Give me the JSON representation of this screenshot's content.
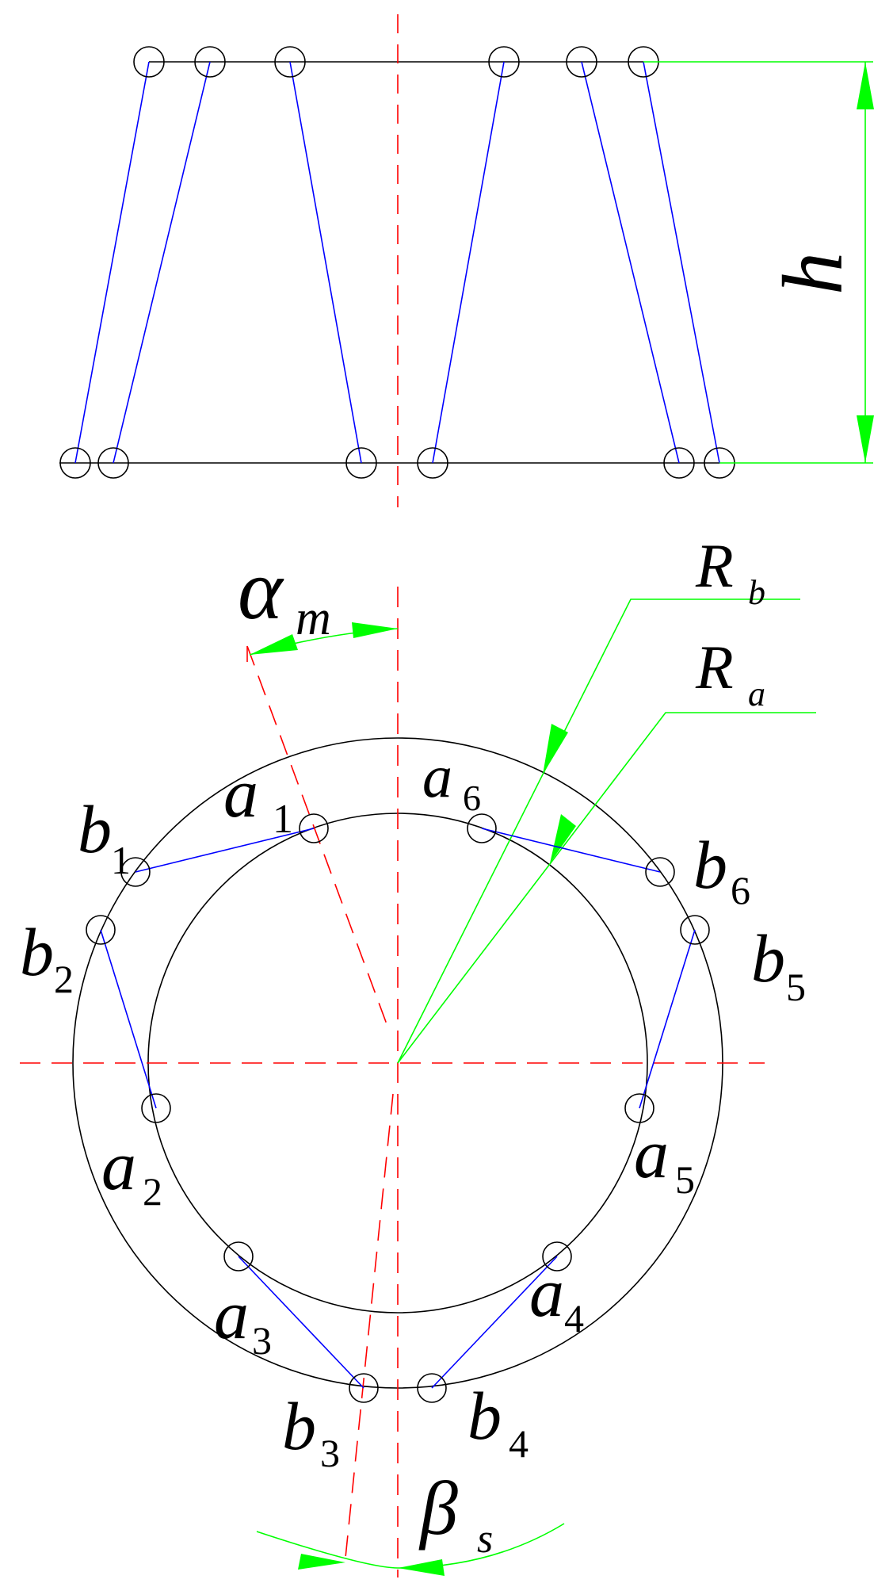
{
  "colors": {
    "outline": "#000000",
    "leg": "#0000ff",
    "centerline": "#ff0000",
    "dimension": "#00ff00",
    "background": "#ffffff"
  },
  "labels": {
    "h": "h",
    "alpha": {
      "sym": "α",
      "sub": "m"
    },
    "beta": {
      "sym": "β",
      "sub": "s"
    },
    "Rb": {
      "sym": "R",
      "sub": "b"
    },
    "Ra": {
      "sym": "R",
      "sub": "a"
    },
    "a1": {
      "sym": "a",
      "sub": "1"
    },
    "a2": {
      "sym": "a",
      "sub": "2"
    },
    "a3": {
      "sym": "a",
      "sub": "3"
    },
    "a4": {
      "sym": "a",
      "sub": "4"
    },
    "a5": {
      "sym": "a",
      "sub": "5"
    },
    "a6": {
      "sym": "a",
      "sub": "6"
    },
    "b1": {
      "sym": "b",
      "sub": "1"
    },
    "b2": {
      "sym": "b",
      "sub": "2"
    },
    "b3": {
      "sym": "b",
      "sub": "3"
    },
    "b4": {
      "sym": "b",
      "sub": "4"
    },
    "b5": {
      "sym": "b",
      "sub": "5"
    },
    "b6": {
      "sym": "b",
      "sub": "6"
    }
  }
}
